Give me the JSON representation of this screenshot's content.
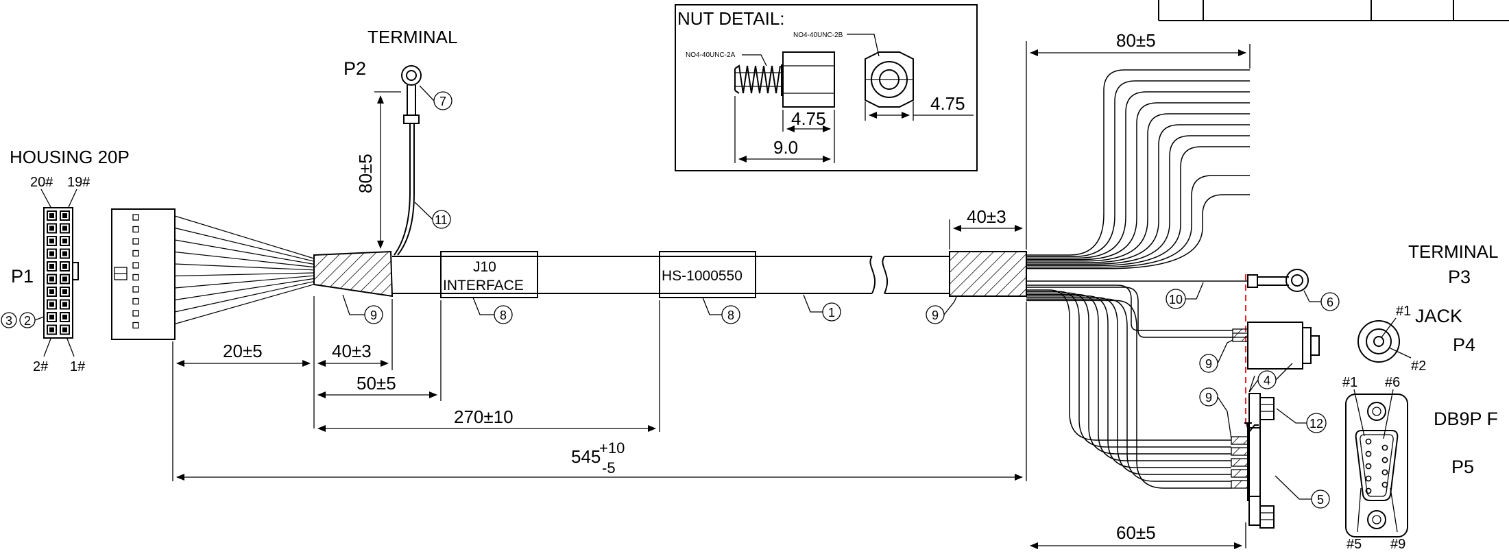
{
  "labels": {
    "housing": "HOUSING 20P",
    "pin20": "20#",
    "pin19": "19#",
    "pin2": "2#",
    "pin1": "1#",
    "p1": "P1",
    "p2": "P2",
    "terminal_top": "TERMINAL",
    "terminal_right": "TERMINAL",
    "p3": "P3",
    "jack": "JACK",
    "p4": "P4",
    "db9": "DB9P F",
    "p5": "P5",
    "nut_detail": "NUT DETAIL:",
    "nut_2a": "NO4-40UNC-2A",
    "nut_2b": "NO4-40UNC-2B",
    "label_j10_line1": "J10",
    "label_j10_line2": "INTERFACE",
    "label_hs": "HS-1000550",
    "jack_pin1": "#1",
    "jack_pin2": "#2",
    "db9_pin1": "#1",
    "db9_pin6": "#6",
    "db9_pin5": "#5",
    "db9_pin9": "#9"
  },
  "dimensions": {
    "d_80_v": "80±5",
    "d_20": "20±5",
    "d_40_left": "40±3",
    "d_50": "50±5",
    "d_270": "270±10",
    "d_545_base": "545",
    "d_545_plus": "+10",
    "d_545_minus": "-5",
    "d_80_top": "80±5",
    "d_40_right": "40±3",
    "d_60": "60±5",
    "nut_475_a": "4.75",
    "nut_475_b": "4.75",
    "nut_90": "9.0"
  },
  "callouts": {
    "c1": "1",
    "c2": "2",
    "c3": "3",
    "c4": "4",
    "c5": "5",
    "c6": "6",
    "c7": "7",
    "c8a": "8",
    "c8b": "8",
    "c9a": "9",
    "c9b": "9",
    "c9c": "9",
    "c9d": "9",
    "c10": "10",
    "c11": "11",
    "c12": "12"
  }
}
